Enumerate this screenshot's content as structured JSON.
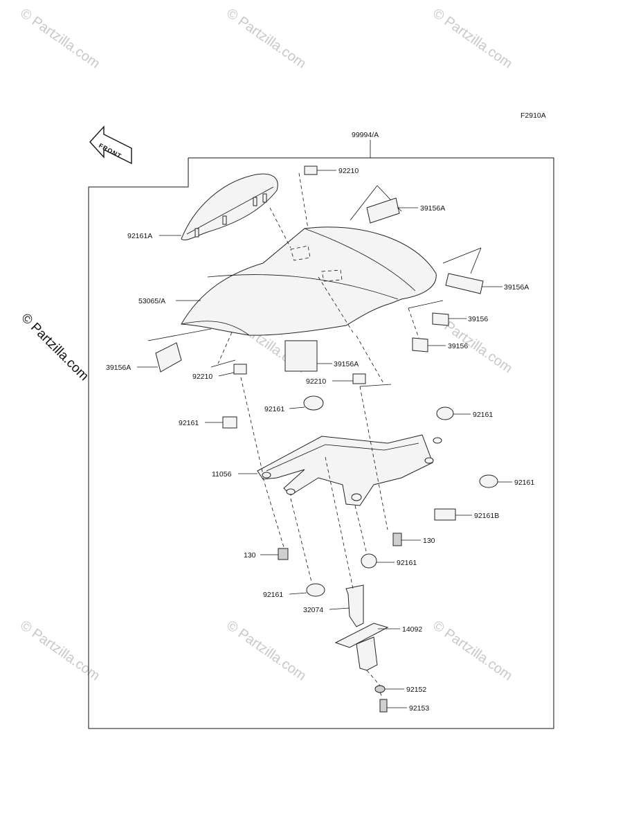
{
  "figure_code": "F2910A",
  "assembly_number": "99994/A",
  "front_arrow_label": "FRONT",
  "watermarks": {
    "tile_text": "© Partzilla.com",
    "side_text": "© Partzilla.com"
  },
  "callouts": [
    {
      "id": "c-92210-top",
      "text": "92210"
    },
    {
      "id": "c-39156A-top",
      "text": "39156A"
    },
    {
      "id": "c-92161A",
      "text": "92161A"
    },
    {
      "id": "c-39156A-right",
      "text": "39156A"
    },
    {
      "id": "c-53065A",
      "text": "53065/A"
    },
    {
      "id": "c-39156-r1",
      "text": "39156"
    },
    {
      "id": "c-39156-r2",
      "text": "39156"
    },
    {
      "id": "c-39156A-left",
      "text": "39156A"
    },
    {
      "id": "c-39156A-mid",
      "text": "39156A"
    },
    {
      "id": "c-92210-left",
      "text": "92210"
    },
    {
      "id": "c-92210-mid",
      "text": "92210"
    },
    {
      "id": "c-92161-a",
      "text": "92161"
    },
    {
      "id": "c-92161-b",
      "text": "92161"
    },
    {
      "id": "c-92161-c",
      "text": "92161"
    },
    {
      "id": "c-11056",
      "text": "11056"
    },
    {
      "id": "c-92161-d",
      "text": "92161"
    },
    {
      "id": "c-92161B",
      "text": "92161B"
    },
    {
      "id": "c-130-right",
      "text": "130"
    },
    {
      "id": "c-130-left",
      "text": "130"
    },
    {
      "id": "c-92161-e",
      "text": "92161"
    },
    {
      "id": "c-92161-f",
      "text": "92161"
    },
    {
      "id": "c-32074",
      "text": "32074"
    },
    {
      "id": "c-14092",
      "text": "14092"
    },
    {
      "id": "c-92152",
      "text": "92152"
    },
    {
      "id": "c-92153",
      "text": "92153"
    }
  ]
}
